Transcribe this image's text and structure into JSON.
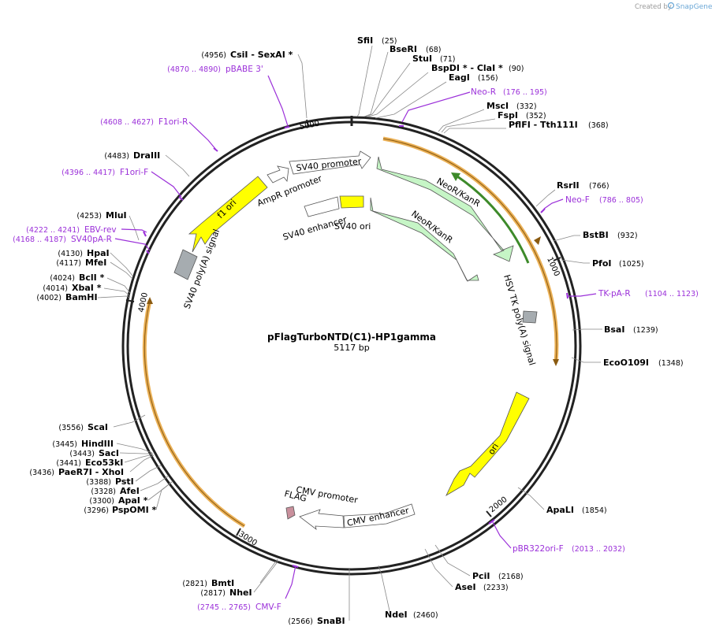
{
  "header": {
    "created_by": "Created by",
    "brand": "SnapGene"
  },
  "plasmid": {
    "name": "pFlagTurboNTD(C1)-HP1gamma",
    "size_label": "5117 bp",
    "length": 5117
  },
  "ticks": [
    "1000",
    "2000",
    "3000",
    "4000",
    "5000"
  ],
  "sites": [
    {
      "name": "SfiI",
      "pos": "(25)"
    },
    {
      "name": "BseRI",
      "pos": "(68)"
    },
    {
      "name": "StuI",
      "pos": "(71)"
    },
    {
      "name": "BspDI *  - ClaI *",
      "pos": "(90)"
    },
    {
      "name": "EagI",
      "pos": "(156)"
    },
    {
      "name": "MscI",
      "pos": "(332)"
    },
    {
      "name": "FspI",
      "pos": "(352)"
    },
    {
      "name": "PflFI  - Tth111I",
      "pos": "(368)"
    },
    {
      "name": "RsrII",
      "pos": "(766)"
    },
    {
      "name": "BstBI",
      "pos": "(932)"
    },
    {
      "name": "PfoI",
      "pos": "(1025)"
    },
    {
      "name": "BsaI",
      "pos": "(1239)"
    },
    {
      "name": "EcoO109I",
      "pos": "(1348)"
    },
    {
      "name": "ApaLI",
      "pos": "(1854)"
    },
    {
      "name": "PciI",
      "pos": "(2168)"
    },
    {
      "name": "AseI",
      "pos": "(2233)"
    },
    {
      "name": "NdeI",
      "pos": "(2460)"
    },
    {
      "name": "SnaBI",
      "pos": "(2566)"
    },
    {
      "name": "BmtI",
      "pos": "(2821)"
    },
    {
      "name": "NheI",
      "pos": "(2817)"
    },
    {
      "name": "PspOMI *",
      "pos": "(3296)"
    },
    {
      "name": "ApaI *",
      "pos": "(3300)"
    },
    {
      "name": "AfeI",
      "pos": "(3328)"
    },
    {
      "name": "PstI",
      "pos": "(3388)"
    },
    {
      "name": "PaeR7I  - XhoI",
      "pos": "(3436)"
    },
    {
      "name": "Eco53kI",
      "pos": "(3441)"
    },
    {
      "name": "SacI",
      "pos": "(3443)"
    },
    {
      "name": "HindIII",
      "pos": "(3445)"
    },
    {
      "name": "ScaI",
      "pos": "(3556)"
    },
    {
      "name": "BamHI",
      "pos": "(4002)"
    },
    {
      "name": "XbaI *",
      "pos": "(4014)"
    },
    {
      "name": "BclI *",
      "pos": "(4024)"
    },
    {
      "name": "MfeI",
      "pos": "(4117)"
    },
    {
      "name": "HpaI",
      "pos": "(4130)"
    },
    {
      "name": "MluI",
      "pos": "(4253)"
    },
    {
      "name": "DraIII",
      "pos": "(4483)"
    },
    {
      "name": "CsiI  - SexAI *",
      "pos": "(4956)"
    }
  ],
  "primers": [
    {
      "name": "Neo-R",
      "range": "(176 .. 195)"
    },
    {
      "name": "Neo-F",
      "range": "(786 .. 805)"
    },
    {
      "name": "TK-pA-R",
      "range": "(1104 .. 1123)"
    },
    {
      "name": "pBR322ori-F",
      "range": "(2013 .. 2032)"
    },
    {
      "name": "CMV-F",
      "range": "(2745 .. 2765)"
    },
    {
      "name": "SV40pA-R",
      "range": "(4168 .. 4187)"
    },
    {
      "name": "EBV-rev",
      "range": "(4222 .. 4241)"
    },
    {
      "name": "F1ori-F",
      "range": "(4396 .. 4417)"
    },
    {
      "name": "F1ori-R",
      "range": "(4608 .. 4627)"
    },
    {
      "name": "pBABE 3'",
      "range": "(4870 .. 4890)"
    }
  ],
  "features": [
    {
      "name": "SV40 promoter"
    },
    {
      "name": "AmpR promoter"
    },
    {
      "name": "SV40 enhancer"
    },
    {
      "name": "SV40 ori"
    },
    {
      "name": "f1 ori"
    },
    {
      "name": "SV40 poly(A) signal"
    },
    {
      "name": "NeoR/KanR"
    },
    {
      "name": "NeoR/KanR"
    },
    {
      "name": "HSV TK poly(A) signal"
    },
    {
      "name": "ori"
    },
    {
      "name": "CMV promoter"
    },
    {
      "name": "FLAG"
    },
    {
      "name": "CMV enhancer"
    }
  ],
  "colors": {
    "primer": "#9b30d9",
    "orf": "#e8a33a",
    "neo": "#c6f5c6",
    "ori": "#ffff00",
    "polyA": "#a6acb0",
    "flag": "#c9909c"
  }
}
